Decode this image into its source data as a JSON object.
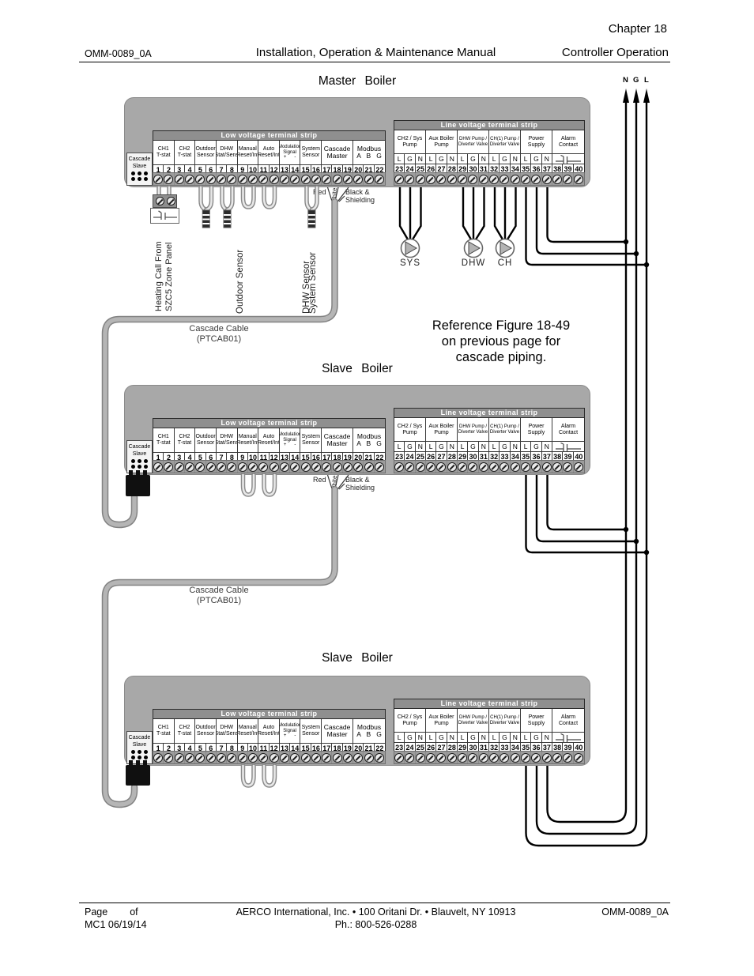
{
  "header": {
    "chapter": "Chapter 18",
    "doc_number": "OMM-0089_0A",
    "title": "Installation, Operation & Maintenance Manual",
    "section": "Controller Operation"
  },
  "footer": {
    "page_label": "Page",
    "of_label": "of",
    "revision": "MC1 06/19/14",
    "address": "AERCO International, Inc. • 100 Oritani Dr. •  Blauvelt, NY 10913",
    "phone": "Ph.: 800-526-0288",
    "doc_number": "OMM-0089_0A"
  },
  "titles": {
    "master": "Master Boiler",
    "slave1": "Slave Boiler",
    "slave2": "Slave Boiler"
  },
  "power_lines": {
    "n": "N",
    "g": "G",
    "l": "L"
  },
  "reference_note": {
    "line1": "Reference Figure 18-49",
    "line2": "on previous page for",
    "line3": "cascade piping."
  },
  "cascade_cable_label": {
    "line1": "Cascade Cable",
    "line2": "(PTCAB01)"
  },
  "cascade_slave_box": {
    "line1": "Cascade",
    "line2": "Slave"
  },
  "low_strip": {
    "title": "Low voltage terminal strip",
    "groups": [
      {
        "lines": [
          "CH1",
          "T-stat"
        ],
        "span": 2
      },
      {
        "lines": [
          "CH2",
          "T-stat"
        ],
        "span": 2
      },
      {
        "lines": [
          "Outdoor",
          "Sensor"
        ],
        "span": 2
      },
      {
        "lines": [
          "DHW",
          "Stat/Sens"
        ],
        "span": 2
      },
      {
        "lines": [
          "Manual",
          "Reset/Int"
        ],
        "span": 2
      },
      {
        "lines": [
          "Auto",
          "Reset/Int"
        ],
        "span": 2
      },
      {
        "lines": [
          "Modulation",
          "Signal",
          "+      -"
        ],
        "span": 2,
        "small": true
      },
      {
        "lines": [
          "System",
          "Sensor"
        ],
        "span": 2
      },
      {
        "lines": [
          "Cascade",
          "Master"
        ],
        "span": 3,
        "wide": true
      },
      {
        "lines": [
          "Modbus",
          "A   B   G"
        ],
        "span": 3,
        "wide": true
      }
    ],
    "terminals": [
      "1",
      "2",
      "3",
      "4",
      "5",
      "6",
      "7",
      "8",
      "9",
      "10",
      "11",
      "12",
      "13",
      "14",
      "15",
      "16",
      "17",
      "18",
      "19",
      "20",
      "21",
      "22"
    ]
  },
  "line_strip": {
    "title": "Line voltage terminal strip",
    "groups": [
      {
        "lines": [
          "CH2 / Sys",
          "Pump"
        ],
        "span": 3
      },
      {
        "lines": [
          "Aux Boiler",
          "Pump"
        ],
        "span": 3
      },
      {
        "lines": [
          "DHW Pump /",
          "Diverter Valve"
        ],
        "span": 3,
        "small": true
      },
      {
        "lines": [
          "CH(1) Pump /",
          "Diverter Valve"
        ],
        "span": 3,
        "small": true
      },
      {
        "lines": [
          "Power",
          "Supply"
        ],
        "span": 3
      },
      {
        "lines": [
          "Alarm",
          "Contact"
        ],
        "span": 3
      }
    ],
    "lgn": [
      "L",
      "G",
      "N",
      "L",
      "G",
      "N",
      "L",
      "G",
      "N",
      "L",
      "G",
      "N",
      "L",
      "G",
      "N"
    ],
    "terminals": [
      "23",
      "24",
      "25",
      "26",
      "27",
      "28",
      "29",
      "30",
      "31",
      "32",
      "33",
      "34",
      "35",
      "36",
      "37",
      "38",
      "39",
      "40"
    ]
  },
  "pumps": {
    "sys": "SYS",
    "dhw": "DHW",
    "ch": "CH"
  },
  "wire_labels": {
    "red": "Red",
    "white": "White",
    "black_line1": "Black &",
    "black_line2": "Shielding"
  },
  "rotated_labels": {
    "heating_line1": "Heating Call From",
    "heating_line2": "SZC5 Zone Panel",
    "outdoor": "Outdoor Sensor",
    "dhw": "DHW Sensor",
    "system": "System Sensor"
  }
}
